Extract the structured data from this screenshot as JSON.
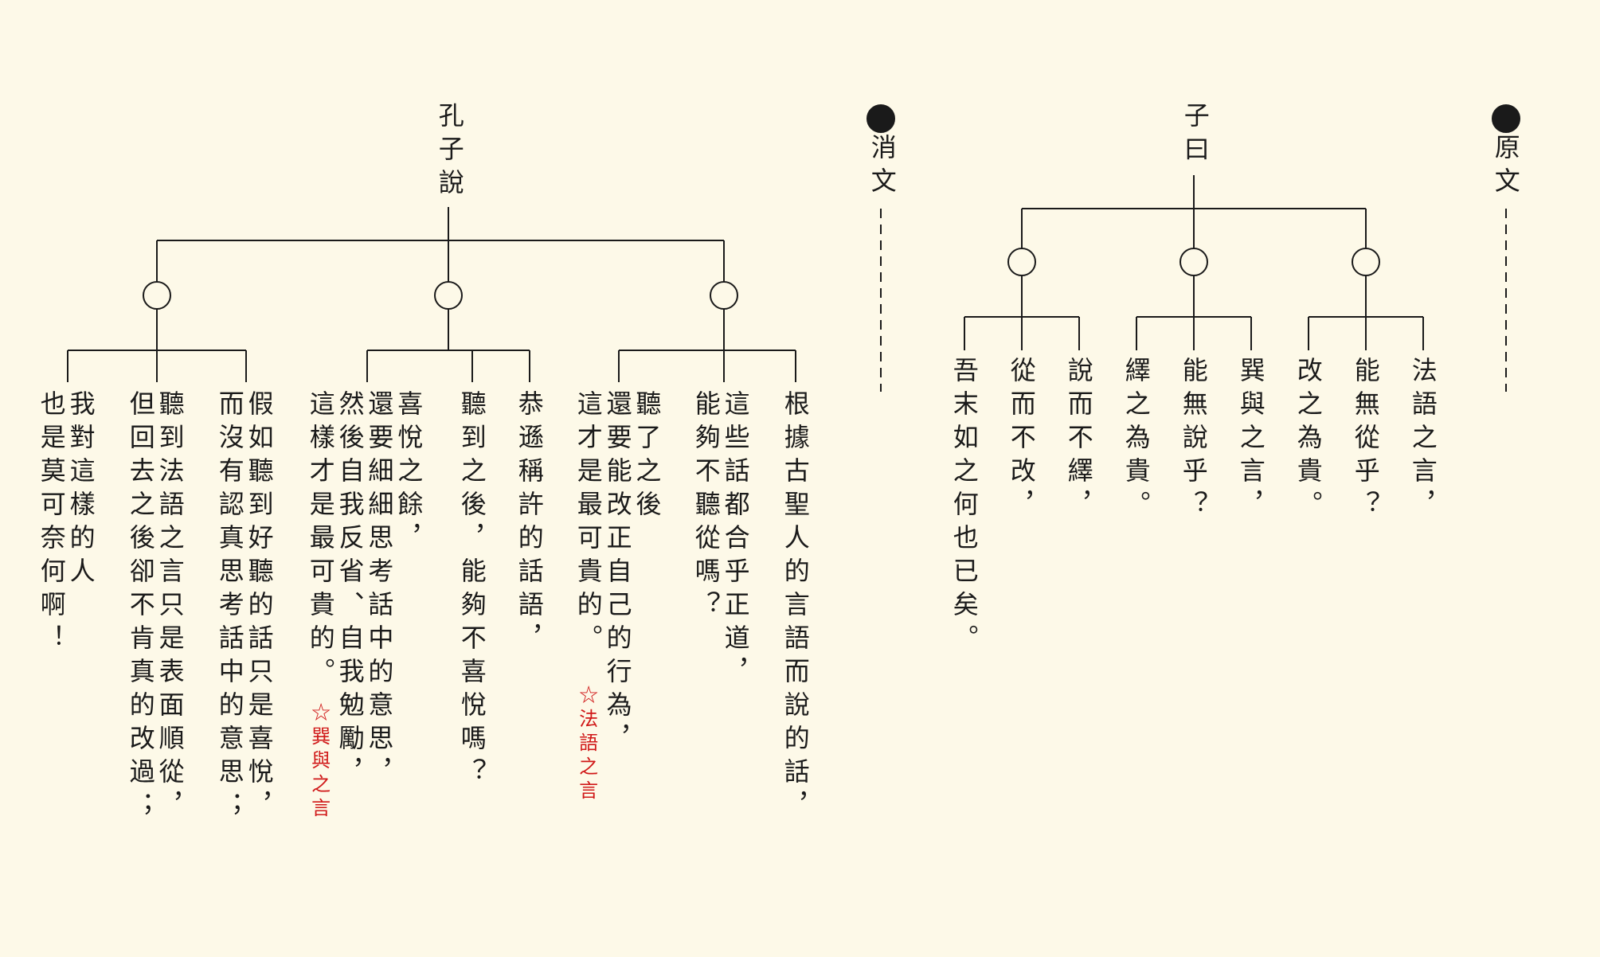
{
  "original": {
    "heading": "原文",
    "root": "子曰",
    "branches": [
      {
        "leaves": [
          "法語之言，",
          "能無從乎？",
          "改之為貴。"
        ]
      },
      {
        "leaves": [
          "巽與之言，",
          "能無說乎？",
          "繹之為貴。"
        ]
      },
      {
        "leaves": [
          "說而不繹，",
          "從而不改，",
          "吾末如之何也已矣。"
        ]
      }
    ]
  },
  "translation": {
    "heading": "消文",
    "root": "孔子說",
    "branches": [
      {
        "leaves": [
          {
            "text": "根據古聖人的言語而說的話，",
            "note": ""
          },
          {
            "text": "這些話都合乎正道，\n能夠不聽從嗎？",
            "note": ""
          },
          {
            "text": "聽了之後\n還要能改正自己的行為，\n這才是最可貴的。",
            "note": "☆法語之言"
          }
        ]
      },
      {
        "leaves": [
          {
            "text": "恭遜稱許的話語，",
            "note": ""
          },
          {
            "text": "聽到之後，能夠不喜悅嗎？",
            "note": ""
          },
          {
            "text": "喜悅之餘，\n還要細細思考話中的意思，\n然後自我反省、自我勉勵，\n這樣才是最可貴的。",
            "note": "☆巽與之言"
          }
        ]
      },
      {
        "leaves": [
          {
            "text": "假如聽到好聽的話只是喜悅，\n而沒有認真思考話中的意思；",
            "note": ""
          },
          {
            "text": "聽到法語之言只是表面順從，\n但回去之後卻不肯真的改過；",
            "note": ""
          },
          {
            "text": "我對這樣的人\n也是莫可奈何啊！",
            "note": ""
          }
        ]
      }
    ]
  },
  "colors": {
    "ink": "#1a1a1a",
    "note": "#d01818",
    "background": "#fdf9e8"
  }
}
